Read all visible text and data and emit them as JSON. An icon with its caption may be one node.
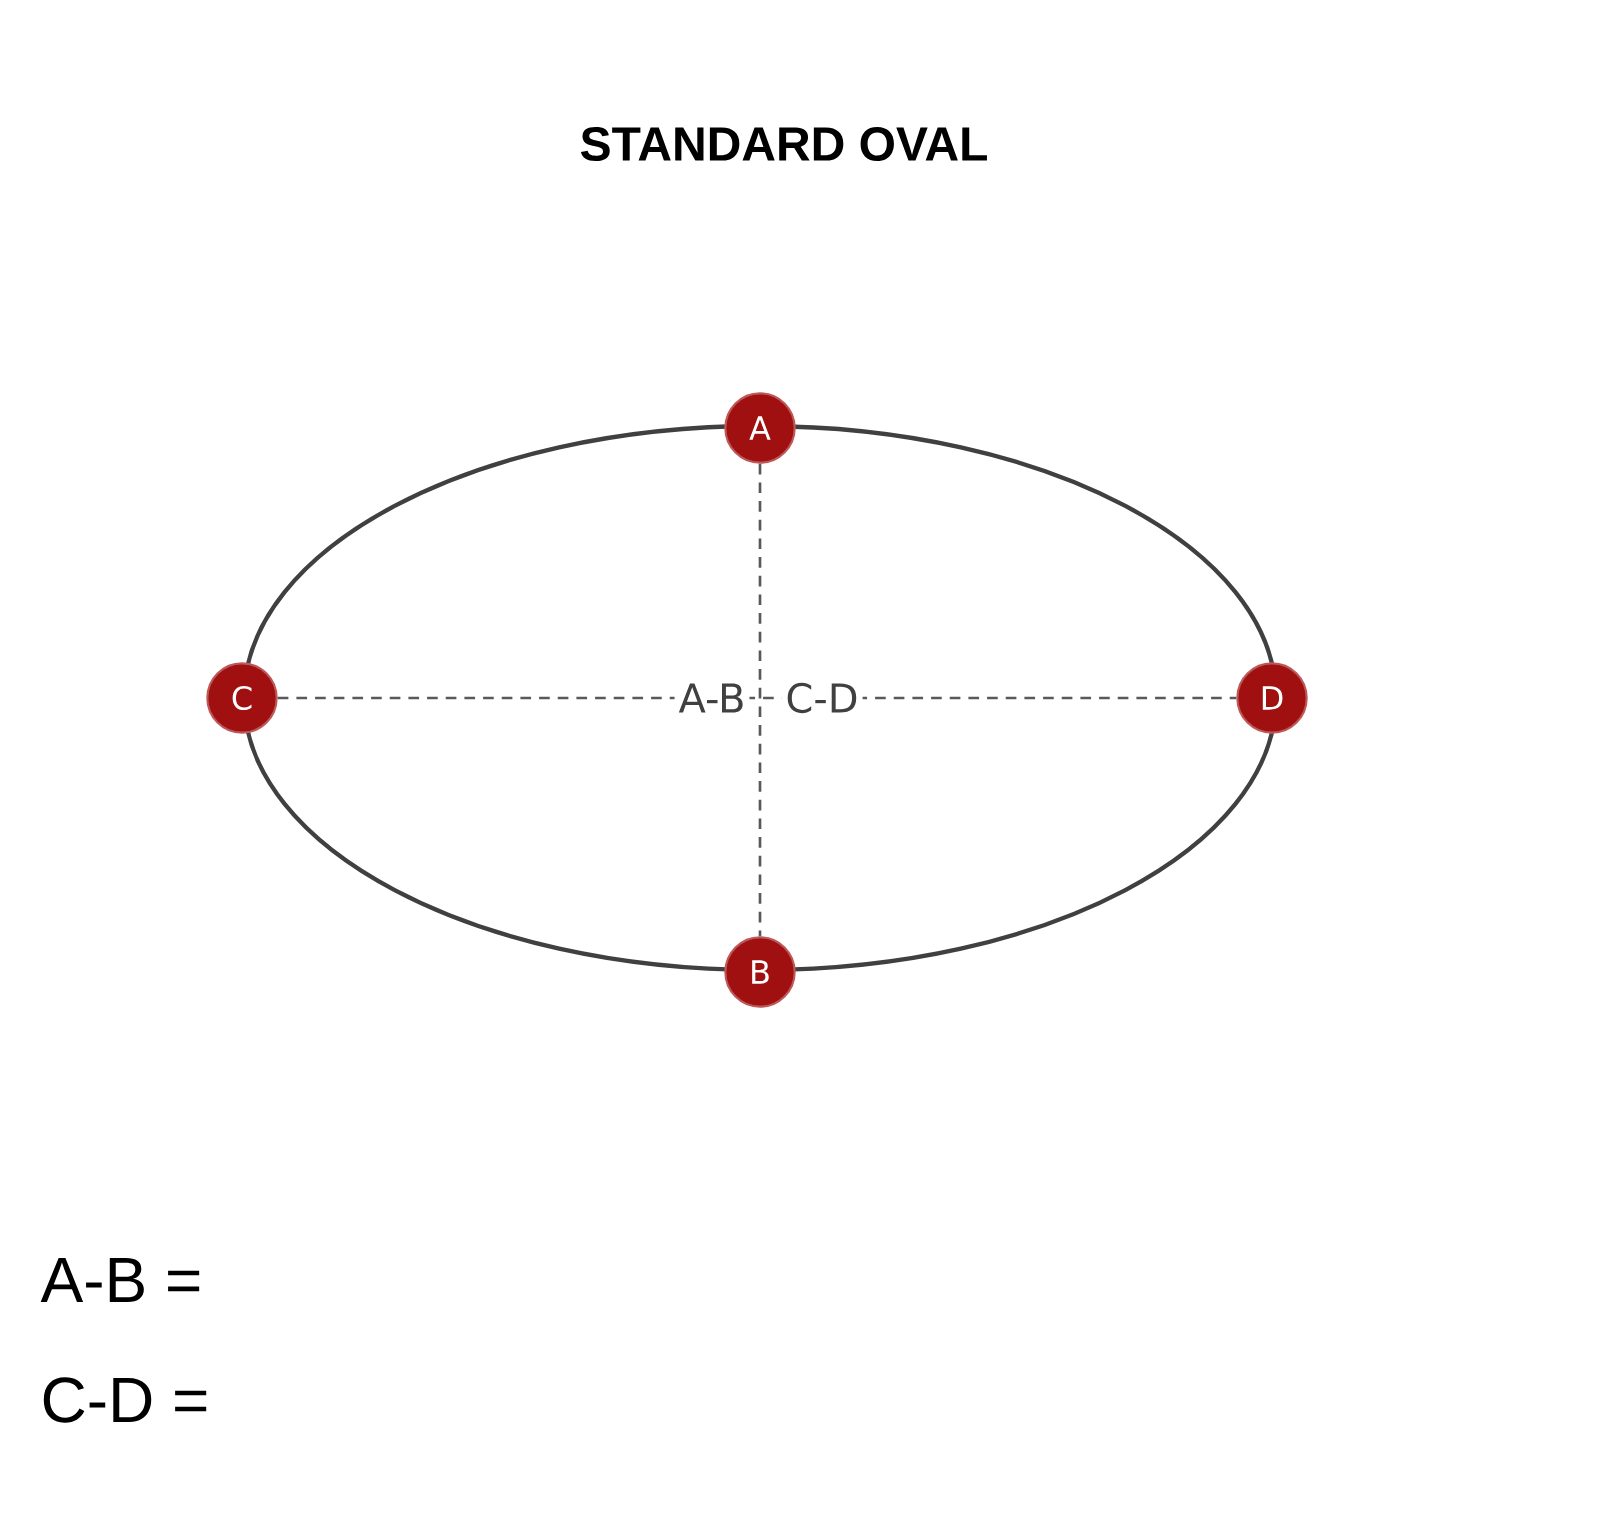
{
  "diagram": {
    "title": "STANDARD OVAL",
    "nodes": [
      {
        "text": [
          "A"
        ]
      },
      {
        "text": [
          "B"
        ]
      },
      {
        "text": [
          "C"
        ]
      },
      {
        "text": [
          "D"
        ]
      }
    ],
    "edges": [
      {
        "from": 0,
        "to": 1,
        "arrow": "none",
        "style": "dashed",
        "label": "A-B"
      },
      {
        "from": 2,
        "to": 3,
        "arrow": "none",
        "style": "dashed",
        "label": "C-D"
      }
    ],
    "labels": [
      "A-B =",
      "C-D ="
    ]
  }
}
